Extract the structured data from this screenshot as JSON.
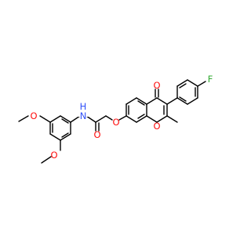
{
  "molecule": {
    "atom_labels": {
      "nh": "N",
      "h": "H",
      "amide_o": "O",
      "ether_o": "O",
      "ring_o": "O",
      "ketone_o": "O",
      "fluorine": "F",
      "methoxy_top_o": "O",
      "methoxy_bottom_o": "O"
    }
  },
  "colors": {
    "bond": "#000000",
    "nitrogen": "#3050F8",
    "oxygen": "#FF0D0D",
    "fluorine": "#33AA33"
  }
}
